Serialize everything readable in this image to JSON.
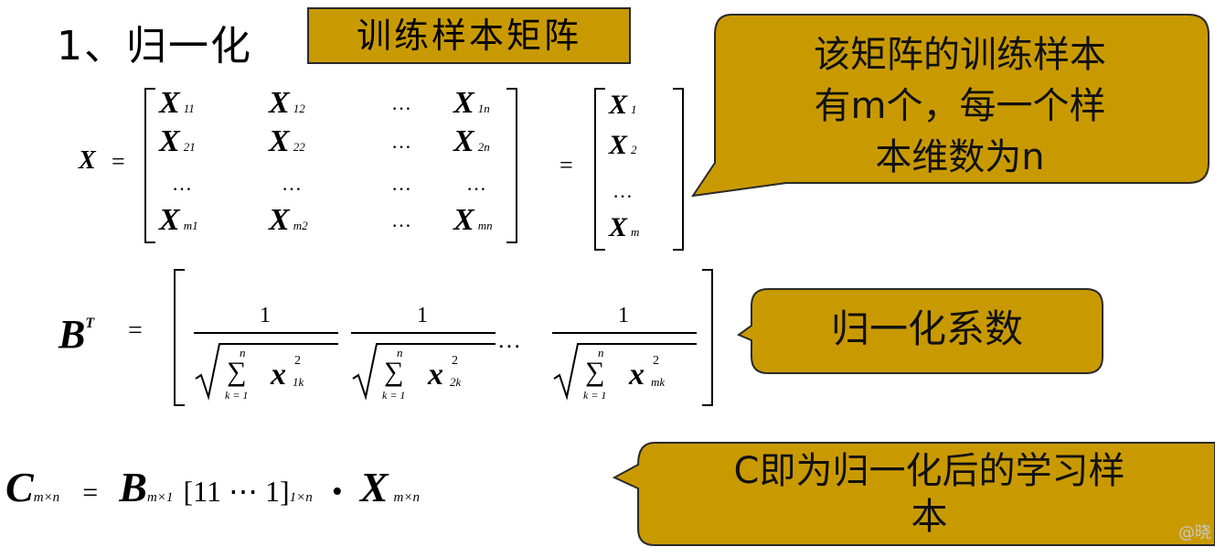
{
  "heading": "1、归一化",
  "tag_label": "训练样本矩阵",
  "callout1": {
    "line1": "该矩阵的训练样本",
    "line2": "有m个，每一个样",
    "line3": "本维数为n"
  },
  "callout2": {
    "text": "归一化系数"
  },
  "callout3": {
    "line1": "C即为归一化后的学习样",
    "line2": "本"
  },
  "matrix_x": {
    "lhs": "X",
    "eq": "=",
    "rows": [
      [
        [
          "X",
          "11"
        ],
        [
          "X",
          "12"
        ],
        [
          "…",
          ""
        ],
        [
          "X",
          "1n"
        ]
      ],
      [
        [
          "X",
          "21"
        ],
        [
          "X",
          "22"
        ],
        [
          "…",
          ""
        ],
        [
          "X",
          "2n"
        ]
      ],
      [
        [
          "…",
          ""
        ],
        [
          "…",
          ""
        ],
        [
          "…",
          ""
        ],
        [
          "…",
          ""
        ]
      ],
      [
        [
          "X",
          "m1"
        ],
        [
          "X",
          "m2"
        ],
        [
          "…",
          ""
        ],
        [
          "X",
          "mn"
        ]
      ]
    ],
    "eq2": "=",
    "vector": [
      [
        "X",
        "1"
      ],
      [
        "X",
        "2"
      ],
      [
        "…",
        ""
      ],
      [
        "X",
        "m"
      ]
    ]
  },
  "formula_b": {
    "lhs": "B",
    "sup": "T",
    "eq": "=",
    "num": "1",
    "sum_top": "n",
    "sum_bottom": "k = 1",
    "terms": [
      [
        "x",
        "2",
        "1k"
      ],
      [
        "x",
        "2",
        "2k"
      ],
      [
        "x",
        "2",
        "mk"
      ]
    ],
    "dots": "…"
  },
  "formula_c": {
    "c": "C",
    "c_sub": "m×n",
    "eq": "=",
    "b": "B",
    "b_sub": "m×1",
    "ones": "[11 ⋯ 1]",
    "ones_sub": "1×n",
    "dot": "•",
    "x": "X",
    "x_sub": "m×n"
  },
  "watermark": "@晓",
  "colors": {
    "callout_fill": "#c99a00",
    "callout_border": "#2a2a2a"
  }
}
